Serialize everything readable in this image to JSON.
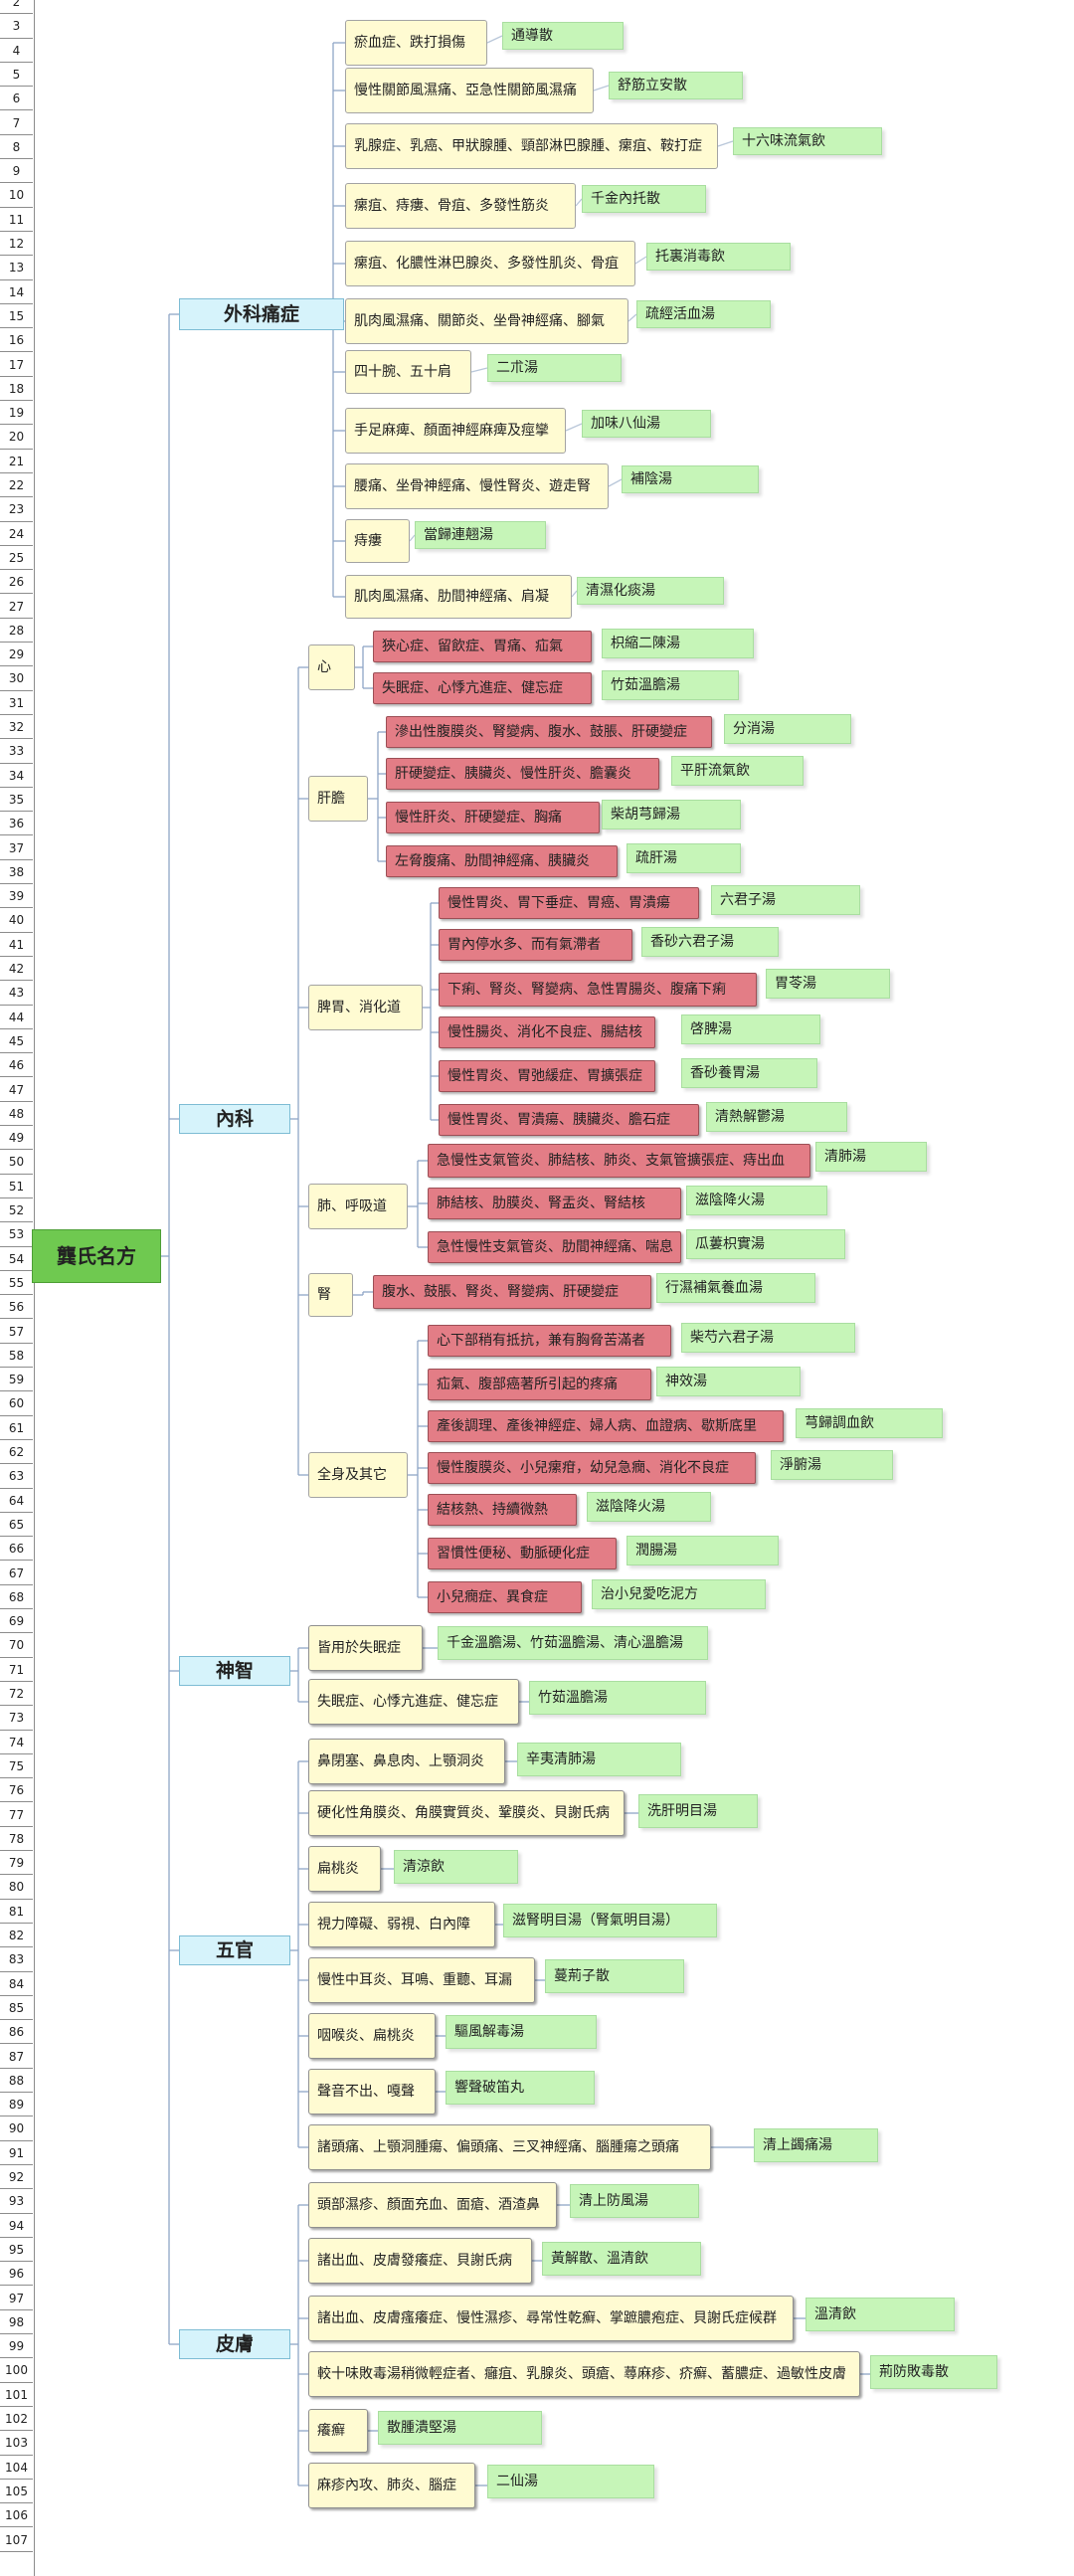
{
  "root": "龔氏名方",
  "categories": [
    {
      "name": "外科痛症",
      "groups": [
        {
          "items": [
            {
              "c": "瘀血症、跌打損傷",
              "r": "通導散"
            },
            {
              "c": "慢性關節風濕痛、亞急性關節風濕痛",
              "r": "舒筋立安散"
            },
            {
              "c": "乳腺症、乳癌、甲狀腺腫、頸部淋巴腺腫、瘰疽、鞍打症",
              "r": "十六味流氣飲"
            },
            {
              "c": "瘰疽、痔瘻、骨疽、多發性筋炎",
              "r": "千金內托散"
            },
            {
              "c": "瘰疽、化膿性淋巴腺炎、多發性肌炎、骨疽",
              "r": "托裏消毒飲"
            },
            {
              "c": "肌肉風濕痛、關節炎、坐骨神經痛、腳氣",
              "r": "疏經活血湯"
            },
            {
              "c": "四十腕、五十肩",
              "r": "二朮湯"
            },
            {
              "c": "手足麻痺、顏面神經麻痺及痙攣",
              "r": "加味八仙湯"
            },
            {
              "c": "腰痛、坐骨神經痛、慢性腎炎、遊走腎",
              "r": "補陰湯"
            },
            {
              "c": "痔瘻",
              "r": "當歸連翹湯"
            },
            {
              "c": "肌肉風濕痛、肋間神經痛、肩凝",
              "r": "清濕化痰湯"
            }
          ]
        }
      ]
    },
    {
      "name": "內科",
      "groups": [
        {
          "name": "心",
          "items": [
            {
              "c": "狹心症、留飲症、胃痛、疝氣",
              "r": "枳縮二陳湯"
            },
            {
              "c": "失眠症、心悸亢進症、健忘症",
              "r": "竹茹溫膽湯"
            }
          ]
        },
        {
          "name": "肝膽",
          "items": [
            {
              "c": "滲出性腹膜炎、腎變病、腹水、鼓脹、肝硬變症",
              "r": "分消湯"
            },
            {
              "c": "肝硬變症、胰臟炎、慢性肝炎、膽囊炎",
              "r": "平肝流氣飲"
            },
            {
              "c": "慢性肝炎、肝硬變症、胸痛",
              "r": "柴胡芎歸湯"
            },
            {
              "c": "左脅腹痛、肋間神經痛、胰臟炎",
              "r": "疏肝湯"
            }
          ]
        },
        {
          "name": "脾胃、消化道",
          "items": [
            {
              "c": "慢性胃炎、胃下垂症、胃癌、胃潰瘍",
              "r": "六君子湯"
            },
            {
              "c": "胃內停水多、而有氣滯者",
              "r": "香砂六君子湯"
            },
            {
              "c": "下痢、腎炎、腎變病、急性胃腸炎、腹痛下痢",
              "r": "胃苓湯"
            },
            {
              "c": "慢性腸炎、消化不良症、腸結核",
              "r": "啓脾湯"
            },
            {
              "c": "慢性胃炎、胃弛緩症、胃擴張症",
              "r": "香砂養胃湯"
            },
            {
              "c": "慢性胃炎、胃潰瘍、胰臟炎、膽石症",
              "r": "清熱解鬱湯"
            }
          ]
        },
        {
          "name": "肺、呼吸道",
          "items": [
            {
              "c": "急慢性支氣管炎、肺結核、肺炎、支氣管擴張症、痔出血",
              "r": "清肺湯"
            },
            {
              "c": "肺結核、肋膜炎、腎盂炎、腎結核",
              "r": "滋陰降火湯"
            },
            {
              "c": "急性慢性支氣管炎、肋間神經痛、喘息",
              "r": "瓜蔞枳實湯"
            }
          ]
        },
        {
          "name": "腎",
          "items": [
            {
              "c": "腹水、鼓脹、腎炎、腎變病、肝硬變症",
              "r": "行濕補氣養血湯"
            }
          ]
        },
        {
          "name": "全身及其它",
          "items": [
            {
              "c": "心下部稍有抵抗，兼有胸脅苦滿者",
              "r": "柴芍六君子湯"
            },
            {
              "c": "疝氣、腹部癌著所引起的疼痛",
              "r": "神效湯"
            },
            {
              "c": "產後調理、產後神經症、婦人病、血證病、歇斯底里",
              "r": "芎歸調血飲"
            },
            {
              "c": "慢性腹膜炎、小兒瘰疳，幼兒急癇、消化不良症",
              "r": "淨腑湯"
            },
            {
              "c": "結核熱、持續微熱",
              "r": "滋陰降火湯"
            },
            {
              "c": "習慣性便秘、動脈硬化症",
              "r": "潤腸湯"
            },
            {
              "c": "小兒癇症、異食症",
              "r": "治小兒愛吃泥方"
            }
          ]
        }
      ]
    },
    {
      "name": "神智",
      "groups": [
        {
          "name": "皆用於失眠症",
          "items": [
            {
              "r": "千金溫膽湯、竹茹溫膽湯、清心溫膽湯"
            }
          ]
        },
        {
          "name": "失眠症、心悸亢進症、健忘症",
          "items": [
            {
              "r": "竹茹溫膽湯"
            }
          ]
        }
      ]
    },
    {
      "name": "五官",
      "groups": [
        {
          "name": "鼻閉塞、鼻息肉、上顎洞炎",
          "items": [
            {
              "r": "辛夷清肺湯"
            }
          ]
        },
        {
          "name": "硬化性角膜炎、角膜實質炎、鞏膜炎、貝謝氏病",
          "items": [
            {
              "r": "洗肝明目湯"
            }
          ]
        },
        {
          "name": "扁桃炎",
          "items": [
            {
              "r": "清涼飲"
            }
          ]
        },
        {
          "name": "視力障礙、弱視、白內障",
          "items": [
            {
              "r": "滋腎明目湯（腎氣明目湯）"
            }
          ]
        },
        {
          "name": "慢性中耳炎、耳鳴、重聽、耳漏",
          "items": [
            {
              "r": "蔓荊子散"
            }
          ]
        },
        {
          "name": "咽喉炎、扁桃炎",
          "items": [
            {
              "r": "驅風解毒湯"
            }
          ]
        },
        {
          "name": "聲音不出、嘎聲",
          "items": [
            {
              "r": "響聲破笛丸"
            }
          ]
        },
        {
          "name": "諸頭痛、上顎洞腫瘍、偏頭痛、三叉神經痛、腦腫瘍之頭痛",
          "items": [
            {
              "r": "清上蠲痛湯"
            }
          ]
        }
      ]
    },
    {
      "name": "皮膚",
      "groups": [
        {
          "name": "頭部濕疹、顏面充血、面瘡、酒渣鼻",
          "items": [
            {
              "r": "清上防風湯"
            }
          ]
        },
        {
          "name": "諸出血、皮膚發癢症、貝謝氏病",
          "items": [
            {
              "r": "黃解散、溫清飲"
            }
          ]
        },
        {
          "name": "諸出血、皮膚瘙癢症、慢性濕疹、尋常性乾癬、掌蹠膿疱症、貝謝氏症候群",
          "items": [
            {
              "r": "溫清飲"
            }
          ]
        },
        {
          "name": "較十味敗毒湯稍微輕症者、癰疽、乳腺炎、頭瘡、蕁麻疹、疥癬、蓄膿症、過敏性皮膚",
          "items": [
            {
              "r": "荊防敗毒散"
            }
          ]
        },
        {
          "name": "癢癬",
          "items": [
            {
              "r": "散腫潰堅湯"
            }
          ]
        },
        {
          "name": "麻疹內攻、肺炎、腦症",
          "items": [
            {
              "r": "二仙湯"
            }
          ]
        }
      ]
    }
  ]
}
